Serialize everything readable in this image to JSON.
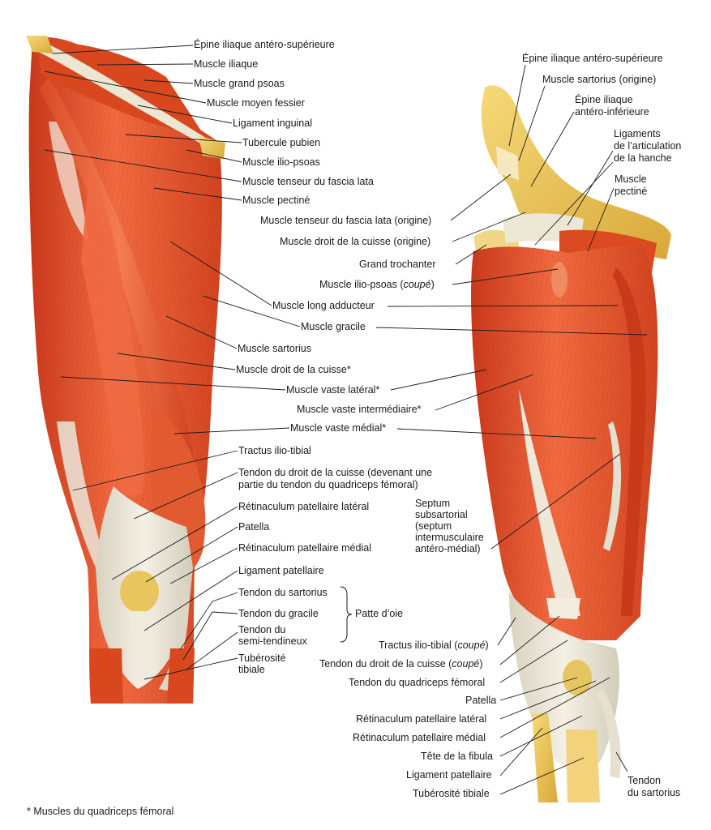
{
  "left_labels": [
    "Épine iliaque antéro-supérieure",
    "Muscle iliaque",
    "Muscle grand psoas",
    "Muscle moyen fessier",
    "Ligament inguinal",
    "Tubercule pubien",
    "Muscle ilio-psoas",
    "Muscle tenseur du fascia lata",
    "Muscle pectiné",
    "Muscle long adducteur",
    "Muscle gracile",
    "Muscle sartorius",
    "Muscle droit de la cuisse*",
    "Muscle vaste latéral*",
    "Muscle vaste intermédiaire*",
    "Muscle vaste médial*",
    "Tractus ilio-tibial",
    "Tendon du droit de la cuisse (devenant une",
    "partie du tendon du quadriceps fémoral)",
    "Rétinaculum patellaire latéral",
    "Patella",
    "Rétinaculum patellaire médial",
    "Ligament patellaire",
    "Tendon du sartorius",
    "Tendon du gracile",
    "Tendon du",
    "semi-tendineux",
    "Tubérosité",
    "tibiale"
  ],
  "patte_doie": "Patte d’oie",
  "right_labels": {
    "eias": "Épine iliaque antéro-supérieure",
    "sartorius_origin": "Muscle sartorius (origine)",
    "eiai_1": "Épine iliaque",
    "eiai_2": "antéro-inférieure",
    "lig_hanche_1": "Ligaments",
    "lig_hanche_2": "de l’articulation",
    "lig_hanche_3": "de la hanche",
    "pectine_1": "Muscle",
    "pectine_2": "pectiné",
    "tfl_origin": "Muscle tenseur du fascia lata (origine)",
    "droit_origin": "Muscle droit de la cuisse (origine)",
    "grand_trochanter": "Grand trochanter",
    "iliopsoas_pre": "Muscle ilio-psoas (",
    "coupe": "coupé",
    "close_paren": ")",
    "septum_1": "Septum",
    "septum_2": "subsartorial",
    "septum_3": "(septum",
    "septum_4": "intermusculaire",
    "septum_5": "antéro-médial)",
    "tractus_pre": "Tractus ilio-tibial (",
    "droit_tendon_pre": "Tendon du droit de la cuisse (",
    "quadriceps_tendon": "Tendon du quadriceps fémoral",
    "patella": "Patella",
    "ret_lateral": "Rétinaculum patellaire latéral",
    "ret_medial": "Rétinaculum patellaire médial",
    "fibula_head": "Tête de la fibula",
    "lig_patellaire": "Ligament patellaire",
    "tuberosite": "Tubérosité tibiale",
    "sartorius_tendon_1": "Tendon",
    "sartorius_tendon_2": "du sartorius"
  },
  "footnote": "* Muscles du quadriceps fémoral",
  "colors": {
    "muscle": "#e8552f",
    "muscle_dark": "#c8391c",
    "muscle_light": "#f07a50",
    "tendon": "#ece6d6",
    "bone": "#efc95a",
    "leader": "#1a1a1a"
  }
}
